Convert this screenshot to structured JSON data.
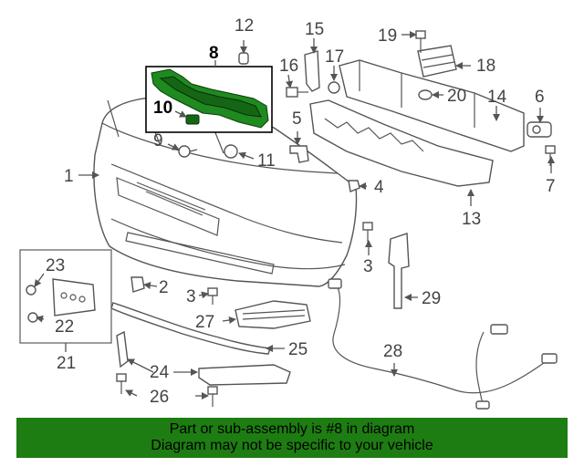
{
  "callouts": {
    "c1": "1",
    "c2": "2",
    "c3a": "3",
    "c3b": "3",
    "c4": "4",
    "c5": "5",
    "c6": "6",
    "c7": "7",
    "c8": "8",
    "c9": "9",
    "c10": "10",
    "c11": "11",
    "c12": "12",
    "c13": "13",
    "c14": "14",
    "c15": "15",
    "c16": "16",
    "c17": "17",
    "c18": "18",
    "c19": "19",
    "c20": "20",
    "c21": "21",
    "c22": "22",
    "c23": "23",
    "c24": "24",
    "c25": "25",
    "c26": "26",
    "c27": "27",
    "c28": "28",
    "c29": "29"
  },
  "highlight_color": "#1f8a1f",
  "banner": {
    "line1": "Part or sub-assembly is #8 in diagram",
    "line2": "Diagram may not be specific to your vehicle",
    "color": "#1e7d12"
  }
}
